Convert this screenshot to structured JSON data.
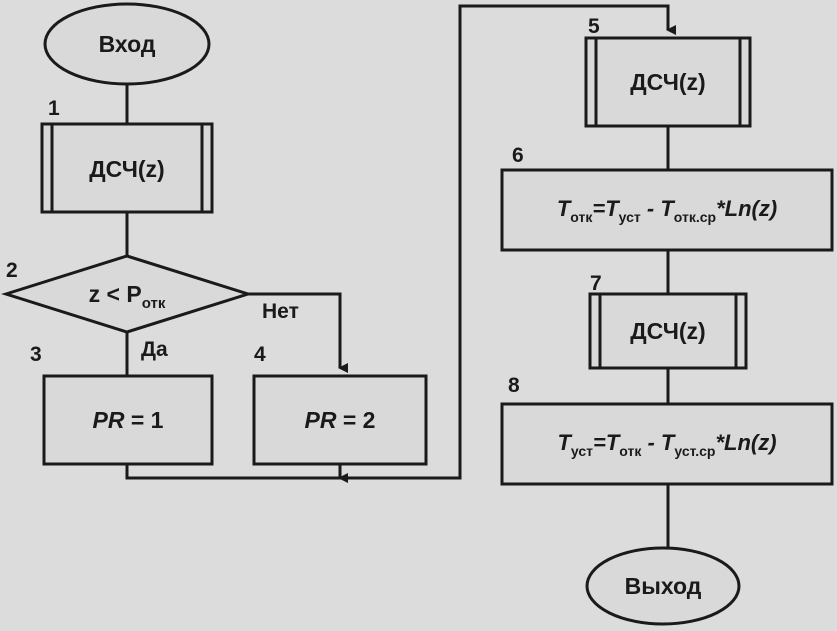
{
  "blocks": {
    "start": {
      "text": "Вход"
    },
    "b1": {
      "num": "1",
      "text": "ДСЧ(z)"
    },
    "b2": {
      "num": "2",
      "cond_lhs": "z < P",
      "cond_sub": "отк",
      "yes": "Да",
      "no": "Нет"
    },
    "b3": {
      "num": "3",
      "var": "PR",
      "rest": " = 1"
    },
    "b4": {
      "num": "4",
      "var": "PR",
      "rest": " = 2"
    },
    "b5": {
      "num": "5",
      "text": "ДСЧ(z)"
    },
    "b6": {
      "num": "6",
      "p1": "T",
      "s1": "отк",
      "p2": "=T",
      "s2": "уст",
      "p3": " - T",
      "s3": "отк.ср",
      "p4": "*Ln(z)"
    },
    "b7": {
      "num": "7",
      "text": "ДСЧ(z)"
    },
    "b8": {
      "num": "8",
      "p1": "T",
      "s1": "уст",
      "p2": "=T",
      "s2": "отк",
      "p3": " - T",
      "s3": "уст.ср",
      "p4": "*Ln(z)"
    },
    "end": {
      "text": "Выход"
    }
  }
}
